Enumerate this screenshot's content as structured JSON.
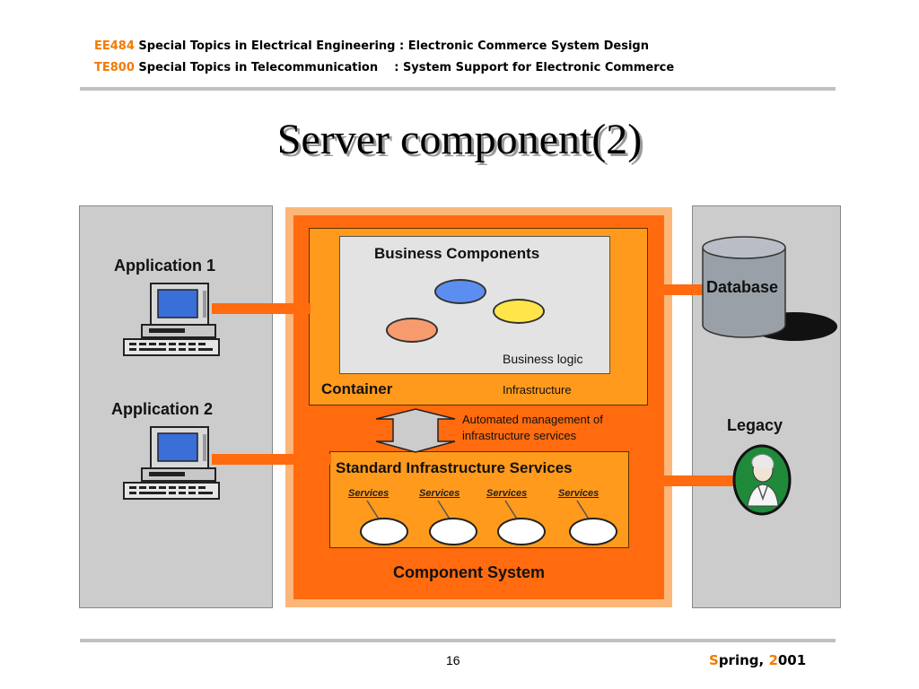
{
  "header": {
    "course1_code": "EE484",
    "course1_text": " Special Topics in Electrical Engineering : Electronic Commerce System Design",
    "course2_code": "TE800",
    "course2_text": " Special Topics in Telecommunication    : System Support for Electronic Commerce"
  },
  "title": "Server component(2)",
  "diagram": {
    "application1": "Application 1",
    "application2": "Application 2",
    "business_components": "Business Components",
    "business_logic": "Business logic",
    "container": "Container",
    "infrastructure": "Infrastructure",
    "automated_mgmt_line1": "Automated management of",
    "automated_mgmt_line2": "infrastructure services",
    "standard_infra": "Standard Infrastructure Services",
    "services": [
      "Services",
      "Services",
      "Services",
      "Services"
    ],
    "component_system": "Component System",
    "database": "Database",
    "legacy": "Legacy"
  },
  "colors": {
    "accent": "#f37a00",
    "outer_system": "#ff6b0e",
    "container": "#ff9a1c",
    "panel": "#cccccc",
    "oval_blue": "#5b8ef0",
    "oval_yellow": "#ffe54a",
    "oval_salmon": "#f79b6e"
  },
  "footer": {
    "page_number": "16",
    "season_s": "S",
    "season_mid": "pring, ",
    "season_2": "2",
    "season_end": "001"
  }
}
